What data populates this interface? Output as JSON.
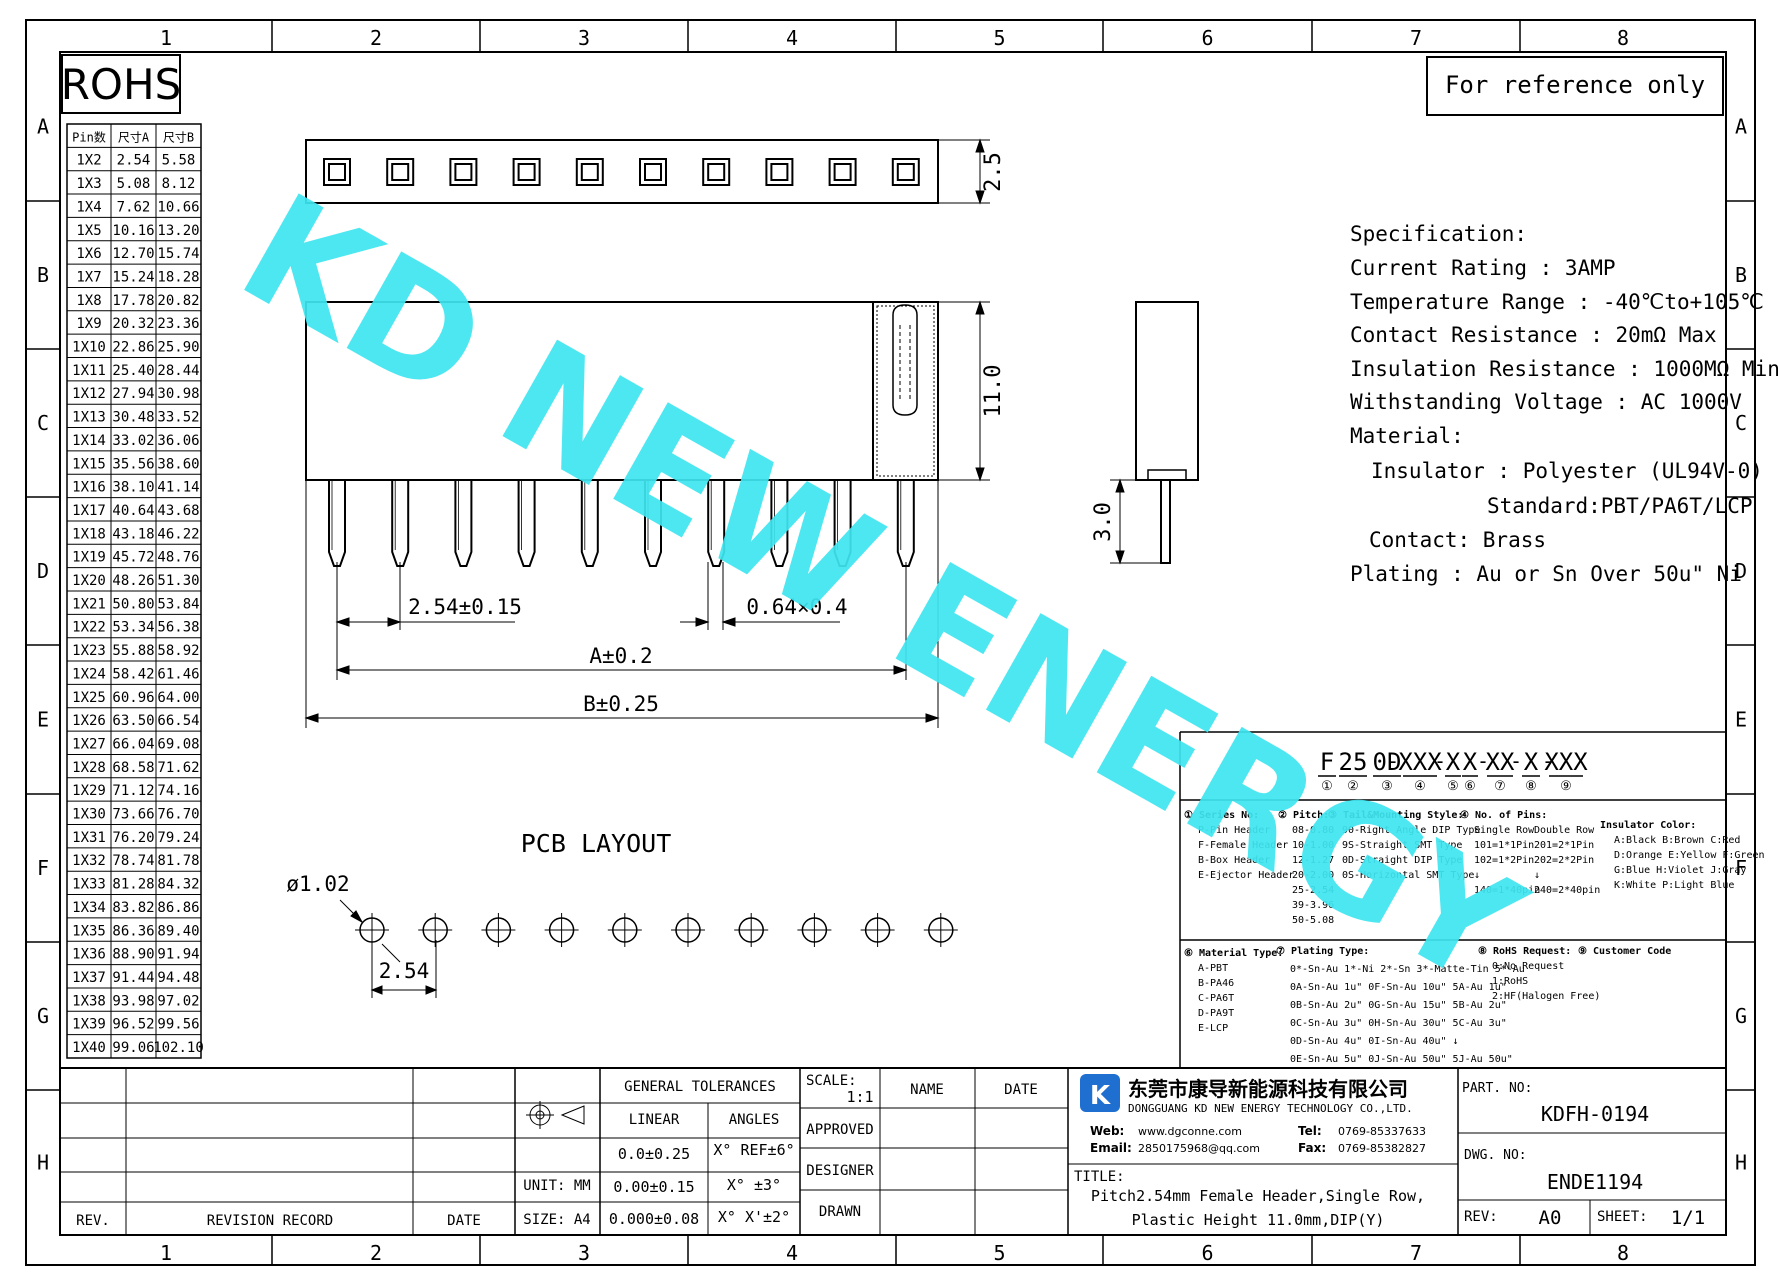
{
  "frame": {
    "columns": [
      "1",
      "2",
      "3",
      "4",
      "5",
      "6",
      "7",
      "8"
    ],
    "rows": [
      "A",
      "B",
      "C",
      "D",
      "E",
      "F",
      "G",
      "H"
    ]
  },
  "rohs": "ROHS",
  "reference_note": "For reference only",
  "dimension_table": {
    "headers": [
      "Pin数",
      "尺寸A",
      "尺寸B"
    ],
    "rows": [
      [
        "1X2",
        "2.54",
        "5.58"
      ],
      [
        "1X3",
        "5.08",
        "8.12"
      ],
      [
        "1X4",
        "7.62",
        "10.66"
      ],
      [
        "1X5",
        "10.16",
        "13.20"
      ],
      [
        "1X6",
        "12.70",
        "15.74"
      ],
      [
        "1X7",
        "15.24",
        "18.28"
      ],
      [
        "1X8",
        "17.78",
        "20.82"
      ],
      [
        "1X9",
        "20.32",
        "23.36"
      ],
      [
        "1X10",
        "22.86",
        "25.90"
      ],
      [
        "1X11",
        "25.40",
        "28.44"
      ],
      [
        "1X12",
        "27.94",
        "30.98"
      ],
      [
        "1X13",
        "30.48",
        "33.52"
      ],
      [
        "1X14",
        "33.02",
        "36.06"
      ],
      [
        "1X15",
        "35.56",
        "38.60"
      ],
      [
        "1X16",
        "38.10",
        "41.14"
      ],
      [
        "1X17",
        "40.64",
        "43.68"
      ],
      [
        "1X18",
        "43.18",
        "46.22"
      ],
      [
        "1X19",
        "45.72",
        "48.76"
      ],
      [
        "1X20",
        "48.26",
        "51.30"
      ],
      [
        "1X21",
        "50.80",
        "53.84"
      ],
      [
        "1X22",
        "53.34",
        "56.38"
      ],
      [
        "1X23",
        "55.88",
        "58.92"
      ],
      [
        "1X24",
        "58.42",
        "61.46"
      ],
      [
        "1X25",
        "60.96",
        "64.00"
      ],
      [
        "1X26",
        "63.50",
        "66.54"
      ],
      [
        "1X27",
        "66.04",
        "69.08"
      ],
      [
        "1X28",
        "68.58",
        "71.62"
      ],
      [
        "1X29",
        "71.12",
        "74.16"
      ],
      [
        "1X30",
        "73.66",
        "76.70"
      ],
      [
        "1X31",
        "76.20",
        "79.24"
      ],
      [
        "1X32",
        "78.74",
        "81.78"
      ],
      [
        "1X33",
        "81.28",
        "84.32"
      ],
      [
        "1X34",
        "83.82",
        "86.86"
      ],
      [
        "1X35",
        "86.36",
        "89.40"
      ],
      [
        "1X36",
        "88.90",
        "91.94"
      ],
      [
        "1X37",
        "91.44",
        "94.48"
      ],
      [
        "1X38",
        "93.98",
        "97.02"
      ],
      [
        "1X39",
        "96.52",
        "99.56"
      ],
      [
        "1X40",
        "99.06",
        "102.10"
      ]
    ]
  },
  "dimensions": {
    "top_height": "2.5",
    "body_height": "11.0",
    "tail_length": "3.0",
    "pitch": "2.54±0.15",
    "pin_section": "0.64×0.4",
    "dim_a": "A±0.2",
    "dim_b": "B±0.25"
  },
  "pcb": {
    "title": "PCB LAYOUT",
    "hole_diameter": "ø1.02",
    "pitch": "2.54"
  },
  "specification": {
    "title": "Specification:",
    "lines": [
      "Current Rating : 3AMP",
      "Temperature Range : -40℃to+105℃",
      "Contact Resistance : 20mΩ Max",
      "Insulation Resistance : 1000MΩ Min",
      "Withstanding Voltage : AC 1000V",
      "Material:"
    ],
    "insulator": "Insulator : Polyester (UL94V-0)",
    "standard": "Standard:PBT/PA6T/LCP",
    "contact": "Contact: Brass",
    "plating": "Plating : Au or Sn Over 50u\" Ni"
  },
  "watermark": "KD NEW ENERGY",
  "part_code": {
    "segments": [
      "F",
      "25",
      "0D",
      "XXX",
      "X",
      "X",
      "XX",
      "X",
      "XXX"
    ],
    "markers": [
      "①",
      "②",
      "③",
      "④",
      "⑤",
      "⑥",
      "⑦",
      "⑧",
      "⑨"
    ],
    "series": {
      "title": "① Series No:",
      "items": [
        "P-Pin Header",
        "F-Female Header",
        "B-Box Header",
        "E-Ejector Header"
      ]
    },
    "pitch": {
      "title": "② Pitch:",
      "items": [
        "08-0.80",
        "10-1.00",
        "12-1.27",
        "20-2.00",
        "25-2.54",
        "39-3.96",
        "50-5.08"
      ]
    },
    "tail": {
      "title": "③ Tail&Mounting Style:",
      "items": [
        "90-Right Angle DIP Type",
        "9S-Straight SMT Type",
        "0D-Straight DIP Type",
        "0S-Horizontal SMT Type"
      ]
    },
    "pins": {
      "title": "④ No. of Pins:",
      "single": "Single Row",
      "double": "Double Row",
      "rows": [
        [
          "101=1*1Pin",
          "201=2*1Pin"
        ],
        [
          "102=1*2Pin",
          "202=2*2Pin"
        ],
        [
          "↓",
          "↓"
        ],
        [
          "140=1*40pin",
          "240=2*40pin"
        ]
      ]
    },
    "color": {
      "title": "Insulator Color:",
      "items": [
        "A:Black  B:Brown  C:Red",
        "D:Orange E:Yellow F:Green",
        "G:Blue   H:Violet J:Gray",
        "K:White  P:Light Blue"
      ]
    },
    "material": {
      "title": "⑥ Material Type:",
      "items": [
        "A-PBT",
        "B-PA46",
        "C-PA6T",
        "D-PA9T",
        "E-LCP"
      ]
    },
    "plating": {
      "title": "⑦ Plating Type:",
      "items": [
        "0*-Sn-Au 1*-Ni 2*-Sn 3*-Matte-Tin 5*-Au",
        "0A-Sn-Au 1u\" 0F-Sn-Au 10u\"  5A-Au 1u\"",
        "0B-Sn-Au 2u\" 0G-Sn-Au 15u\"  5B-Au 2u\"",
        "0C-Sn-Au 3u\" 0H-Sn-Au 30u\"  5C-Au 3u\"",
        "0D-Sn-Au 4u\" 0I-Sn-Au 40u\"    ↓",
        "0E-Sn-Au 5u\" 0J-Sn-Au 50u\"  5J-Au 50u\""
      ]
    },
    "rohs_req": {
      "title": "⑧ RoHS Request:",
      "items": [
        "0:No Request",
        "1:RoHS",
        "2:HF(Halogen Free)"
      ]
    },
    "customer": {
      "title": "⑨ Customer Code"
    }
  },
  "title_block": {
    "general_tolerances": "GENERAL TOLERANCES",
    "linear": "LINEAR",
    "angles": "ANGLES",
    "linear_values": [
      "0.0±0.25",
      "0.00±0.15",
      "0.000±0.08"
    ],
    "angle_values": [
      "X° REF±6°",
      "X° ±3°",
      "X° X'±2°"
    ],
    "unit": "UNIT: MM",
    "size": "SIZE: A4",
    "scale_label": "SCALE:",
    "scale_value": "1:1",
    "name": "NAME",
    "date": "DATE",
    "approved": "APPROVED",
    "designer": "DESIGNER",
    "drawn": "DRAWN",
    "rev": "REV.",
    "revision_record": "REVISION RECORD",
    "rev_date": "DATE",
    "company_cn": "东莞市康导新能源科技有限公司",
    "company_en": "DONGGUANG KD NEW ENERGY TECHNOLOGY CO.,LTD.",
    "web_label": "Web:",
    "web": "www.dgconne.com",
    "tel_label": "Tel:",
    "tel": "0769-85337633",
    "email_label": "Email:",
    "email": "2850175968@qq.com",
    "fax_label": "Fax:",
    "fax": "0769-85382827",
    "title_label": "TITLE:",
    "title_line1": "Pitch2.54mm Female Header,Single Row,",
    "title_line2": "Plastic Height 11.0mm,DIP(Y)",
    "part_no_label": "PART. NO:",
    "part_no": "KDFH-0194",
    "dwg_no_label": "DWG. NO:",
    "dwg_no": "ENDE1194",
    "rev_label": "REV:",
    "rev_value": "A0",
    "sheet_label": "SHEET:",
    "sheet_value": "1/1"
  },
  "colors": {
    "watermark": "#3ee6f0",
    "logo": "#1f6fd1"
  }
}
